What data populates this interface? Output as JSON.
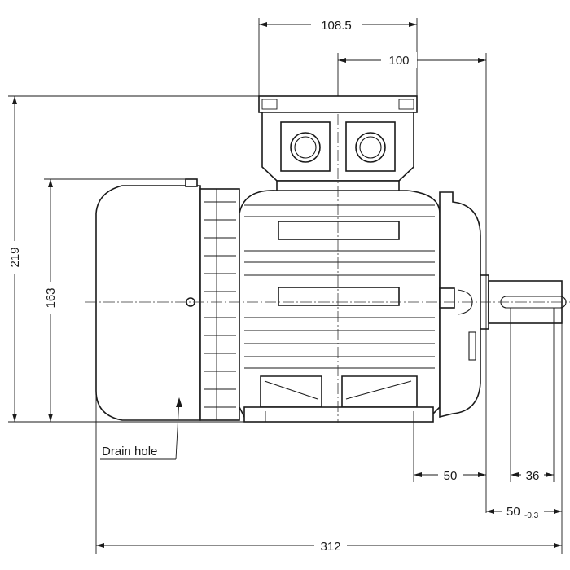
{
  "dimensions": {
    "top_width": "108.5",
    "box_offset": "100",
    "total_height": "219",
    "frame_height": "163",
    "foot_to_shaft": "50",
    "shaft_key": "36",
    "shaft_length": "50",
    "shaft_tolerance": "-0.3",
    "total_length": "312"
  },
  "labels": {
    "drain_hole": "Drain hole"
  }
}
